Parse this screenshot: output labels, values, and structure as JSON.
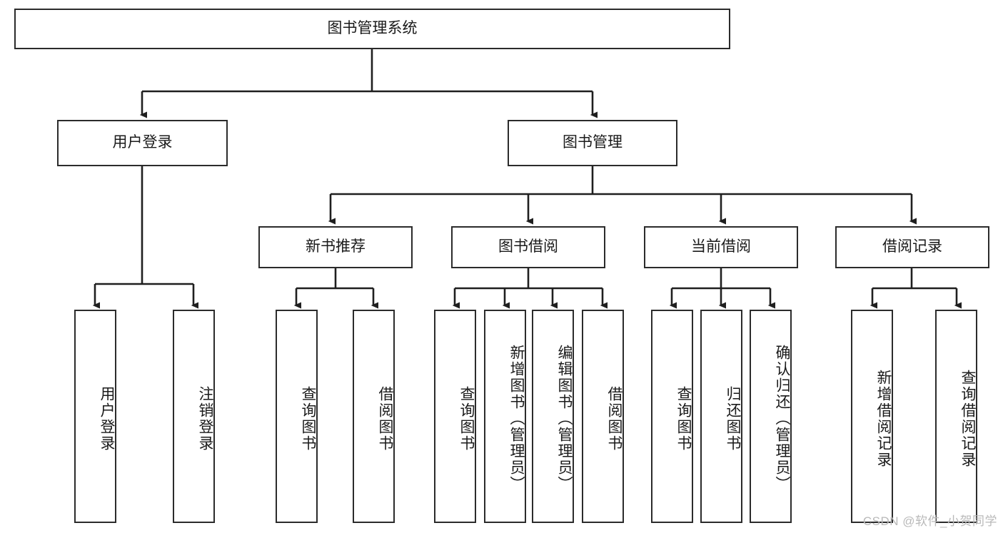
{
  "diagram": {
    "title": "图书管理系统",
    "type": "tree-hierarchy-diagram",
    "colors": {
      "box_border": "#2b2b2b",
      "box_fill": "#ffffff",
      "edge": "#1f1f1f",
      "text": "#1a1a1a",
      "watermark": "#b9b9b9"
    },
    "nodes": {
      "root": {
        "label": "图书管理系统",
        "orientation": "horizontal"
      },
      "level2": [
        {
          "id": "user-login",
          "label": "用户登录",
          "orientation": "horizontal"
        },
        {
          "id": "book-management",
          "label": "图书管理",
          "orientation": "horizontal"
        }
      ],
      "level3": [
        {
          "id": "new-book-recommend",
          "label": "新书推荐",
          "orientation": "horizontal"
        },
        {
          "id": "book-borrow",
          "label": "图书借阅",
          "orientation": "horizontal"
        },
        {
          "id": "current-borrow",
          "label": "当前借阅",
          "orientation": "horizontal"
        },
        {
          "id": "borrow-record",
          "label": "借阅记录",
          "orientation": "horizontal"
        }
      ],
      "leaves": [
        {
          "id": "leaf-user-login",
          "label": "用户登录",
          "parent": "user-login",
          "orientation": "vertical"
        },
        {
          "id": "leaf-logout",
          "label": "注销登录",
          "parent": "user-login",
          "orientation": "vertical"
        },
        {
          "id": "leaf-query-book-1",
          "label": "查询图书",
          "parent": "new-book-recommend",
          "orientation": "vertical"
        },
        {
          "id": "leaf-borrow-book-1",
          "label": "借阅图书",
          "parent": "new-book-recommend",
          "orientation": "vertical"
        },
        {
          "id": "leaf-query-book-2",
          "label": "查询图书",
          "parent": "book-borrow",
          "orientation": "vertical"
        },
        {
          "id": "leaf-add-book",
          "label": "新增图书（管理员）",
          "parent": "book-borrow",
          "orientation": "vertical"
        },
        {
          "id": "leaf-edit-book",
          "label": "编辑图书（管理员）",
          "parent": "book-borrow",
          "orientation": "vertical"
        },
        {
          "id": "leaf-borrow-book-2",
          "label": "借阅图书",
          "parent": "book-borrow",
          "orientation": "vertical"
        },
        {
          "id": "leaf-query-book-3",
          "label": "查询图书",
          "parent": "current-borrow",
          "orientation": "vertical"
        },
        {
          "id": "leaf-return-book",
          "label": "归还图书",
          "parent": "current-borrow",
          "orientation": "vertical"
        },
        {
          "id": "leaf-confirm-return",
          "label": "确认归还（管理员）",
          "parent": "current-borrow",
          "orientation": "vertical"
        },
        {
          "id": "leaf-add-record",
          "label": "新增借阅记录",
          "parent": "borrow-record",
          "orientation": "vertical"
        },
        {
          "id": "leaf-query-record",
          "label": "查询借阅记录",
          "parent": "borrow-record",
          "orientation": "vertical"
        }
      ]
    },
    "watermark": "CSDN @软件_小贺同学"
  }
}
